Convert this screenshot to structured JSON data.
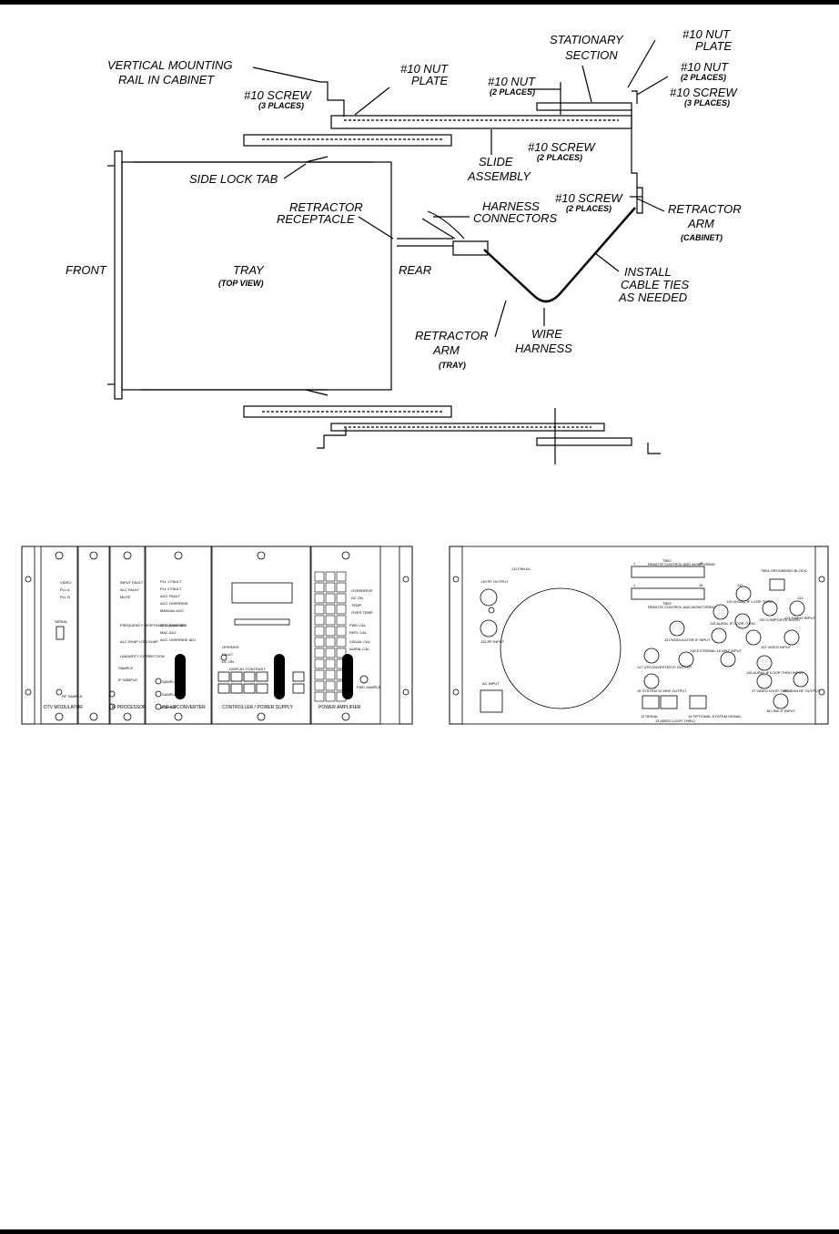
{
  "install_labels": {
    "vertical_rail": [
      "VERTICAL MOUNTING",
      "RAIL IN CABINET"
    ],
    "screw_left": "#10 SCREW",
    "screw_left_places": "(3 PLACES)",
    "nut_plate_left": [
      "#10 NUT",
      "PLATE"
    ],
    "stationary_section": [
      "STATIONARY",
      "SECTION"
    ],
    "nut_plate_right": [
      "#10 NUT",
      "PLATE"
    ],
    "nut_center": "#10 NUT",
    "nut_center_places": "(2 PLACES)",
    "nut_right": "#10 NUT",
    "nut_right_places": "(2 PLACES)",
    "screw_right": "#10 SCREW",
    "screw_right_places": "(3 PLACES)",
    "screw_center": "#10 SCREW",
    "screw_center_places": "(2 PLACES)",
    "slide_assembly": [
      "SLIDE",
      "ASSEMBLY"
    ],
    "side_lock_tab": "SIDE LOCK TAB",
    "retractor_receptacle": [
      "RETRACTOR",
      "RECEPTACLE"
    ],
    "harness_connectors": [
      "HARNESS",
      "CONNECTORS"
    ],
    "screw_arm": "#10 SCREW",
    "screw_arm_places": "(2 PLACES)",
    "retractor_arm_cabinet": [
      "RETRACTOR",
      "ARM",
      "(CABINET)"
    ],
    "front": "FRONT",
    "tray": "TRAY",
    "tray_view": "(TOP VIEW)",
    "rear": "REAR",
    "install_cable_ties": [
      "INSTALL",
      "CABLE TIES",
      "AS NEEDED"
    ],
    "retractor_arm_tray": [
      "RETRACTOR",
      "ARM",
      "(TRAY)"
    ],
    "wire_harness": [
      "WIRE",
      "HARNESS"
    ]
  },
  "front_panel": {
    "modules": [
      "DTV MODULATOR",
      "IF PROCESSOR",
      "VHF UPCONVERTER",
      "CONTROLLER / POWER SUPPLY",
      "POWER AMPLIFIER"
    ],
    "modulator_leds": [
      "VIDEO",
      "PLL A",
      "PLL B"
    ],
    "modulator_port": "SERIAL",
    "modulator_sample": "RF SAMPLE",
    "if_leds": [
      "INPUT FAULT",
      "ALC FAULT",
      "MUTE"
    ],
    "if_switches": [
      "FREQUENCY RESPONSE EQUALIZER",
      "ALC SHAP LOW SHAP",
      "LINEARITY CORRECTION"
    ],
    "if_samples": [
      "SAMPLE",
      "IF SAMPLE"
    ],
    "upconv_leds": [
      "PLL 1 FAULT",
      "PLL 2 FAULT",
      "AGC FAULT",
      "AGC OVERRIDE",
      "MANUAL AGC"
    ],
    "upconv_switches": [
      "AGC SHAP ADJ",
      "MAC ADJ",
      "AGC OVERRIDE ADJ"
    ],
    "upconv_samples": [
      "SAMPLE",
      "SAMPLE",
      "SAMPLE"
    ],
    "controller_leds": [
      "OPERATE",
      "FAULT",
      "DC ON"
    ],
    "controller_display": "DISPLAY CONTRAST",
    "amp_leds": [
      "OVERDRIVE",
      "DC ON",
      "TEMP",
      "OVER TEMP"
    ],
    "amp_cal": [
      "FWD CAL",
      "REFL CAL",
      "VISUAL CAL",
      "AURAL CAL"
    ],
    "amp_sample": "FWD SAMPLE"
  },
  "rear_panel": {
    "tb_top_title": "TB02",
    "tb_top_sub": "REMOTE CONTROL AND MONITORING",
    "tb_bottom_title": "TB03",
    "tb_bottom_sub": "REMOTE CONTROL AND MONITORING",
    "tb_left_num": "1",
    "tb_right_num": "16",
    "connectors_left": [
      "J10 RF OUTPUT",
      "J11 FAN AL",
      "J24 RF INPUT"
    ],
    "ac_input": "AC INPUT",
    "tb04": "TB04 GROUNDING BLOCK",
    "connectors_right": [
      "J19 VISUAL IF LOOP-THRU",
      "J12",
      "J15 AURAL IF LOOP-THRU",
      "J20 COMPOSITE AUDIO",
      "J13",
      "J14 10MHZ INPUT",
      "J21 MODULATOR IF INPUT",
      "J18 EXTERNAL 10 MHZ INPUT",
      "J17 UPCONVERTER IF OUTPUT",
      "J16 AURAL IF LOOP-THRU INPUT",
      "J22 VIDEO INPUT",
      "J23 SDIN RF OUTPUT",
      "J9 SYSTEM 10 MHZ OUTPUT",
      "J7 VIDEO LOOP-THRU",
      "J8 LINE IF INPUT"
    ],
    "bottom_ports": [
      "J2 SERIAL",
      "J3 (NEED LOOP-THRU)",
      "J4 OPTIONAL SYSTEM SIGNAL"
    ]
  }
}
